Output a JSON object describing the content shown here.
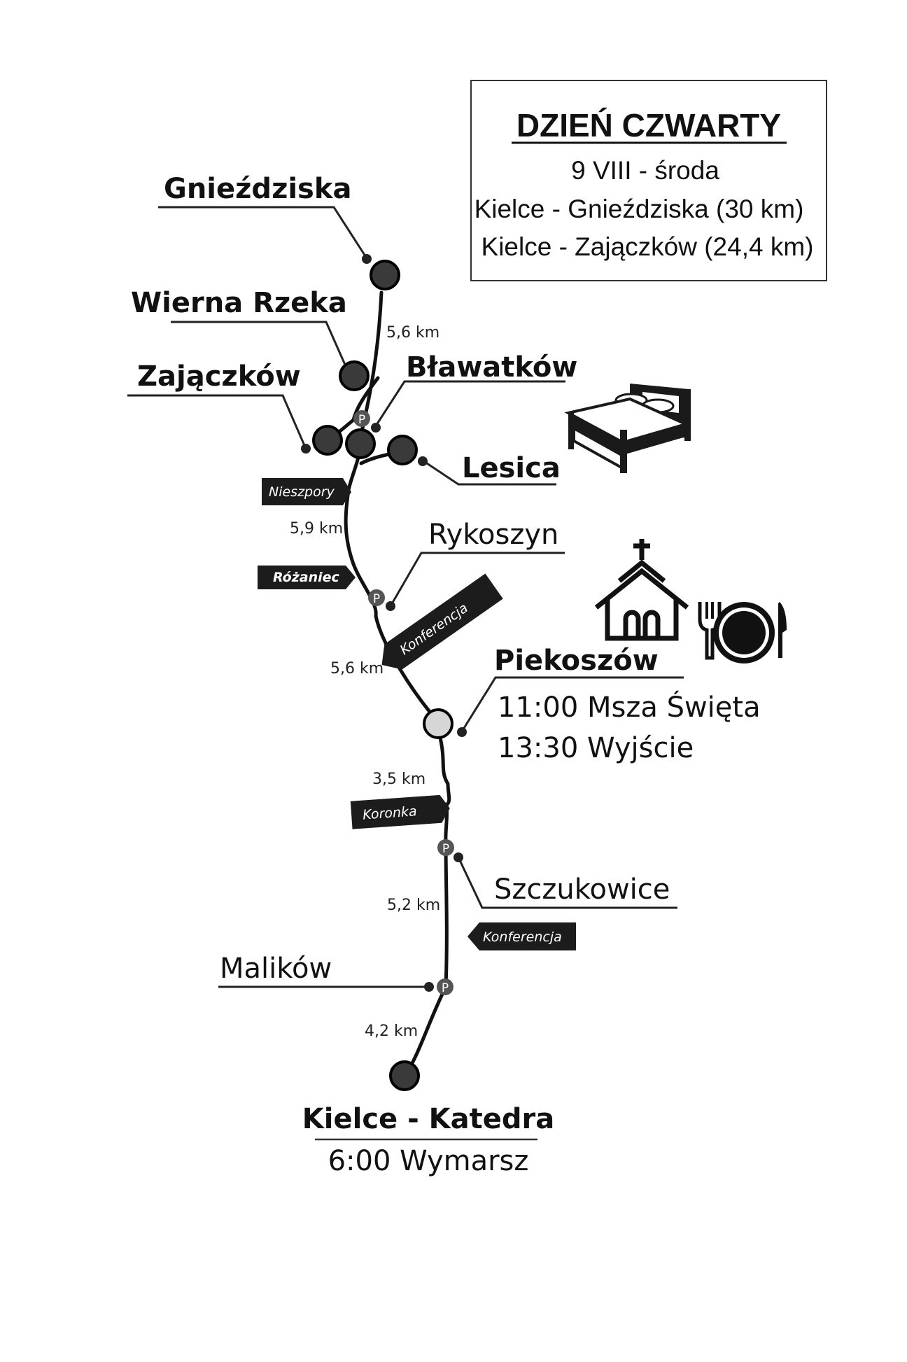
{
  "info_box": {
    "title": "DZIEŃ CZWARTY",
    "date": "9 VIII -  środa",
    "route_1": "Kielce - Gnieździska (30 km)",
    "route_2": "Kielce - Zajączków (24,4 km)"
  },
  "places": {
    "gniezdziska": "Gnieździska",
    "wierna_rzeka": "Wierna Rzeka",
    "zajaczkow": "Zajączków",
    "blawatkow": "Bławatków",
    "lesica": "Lesica",
    "rykoszyn": "Rykoszyn",
    "piekoszow": "Piekoszów",
    "szczukowice": "Szczukowice",
    "malikow": "Malików",
    "kielce": "Kielce - Katedra"
  },
  "schedule": {
    "piekoszow_mass": "11:00 Msza Święta",
    "piekoszow_departure": "13:30 Wyjście",
    "kielce_start": "6:00 Wymarsz"
  },
  "distances": {
    "kielce_malikow": "4,2 km",
    "malikow_szczukowice": "5,2 km",
    "szczukowice_piekoszow": "3,5 km",
    "piekoszow_rykoszyn": "5,6 km",
    "rykoszyn_blawatkow": "5,9 km",
    "blawatkow_gniezdziska": "5,6 km"
  },
  "tags": {
    "nieszpory": "Nieszpory",
    "rozaniec": "Różaniec",
    "konferencja_upper": "Konferencja",
    "koronka": "Koronka",
    "konferencja_lower": "Konferencja"
  },
  "markers": {
    "parking": "P"
  },
  "icons": {
    "bed": "bed-icon",
    "church": "church-icon",
    "meal": "plate-cutlery-icon"
  },
  "colors": {
    "ink": "#111111",
    "tag_bg": "#1c1c1c",
    "p_marker": "#555555",
    "piekoszow_node": "#d6d6d6"
  }
}
